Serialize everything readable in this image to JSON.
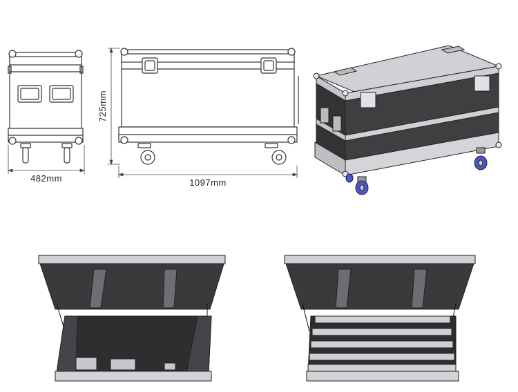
{
  "dimensions": {
    "width_label": "482mm",
    "length_label": "1097mm",
    "height_label": "725mm"
  },
  "colors": {
    "case_body": "#3f3f42",
    "case_dark": "#2a2a2d",
    "aluminum": "#d8d8dc",
    "line": "#333333",
    "wheel": "#4a55c8"
  }
}
